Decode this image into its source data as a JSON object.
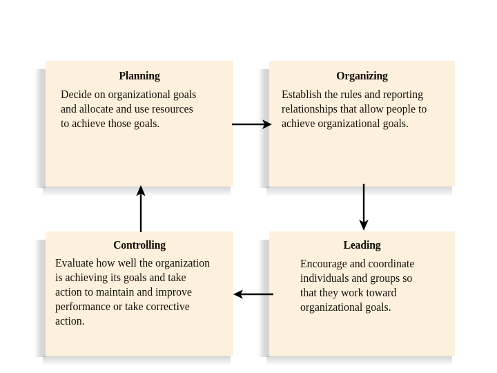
{
  "diagram": {
    "type": "cycle-flow-diagram",
    "background_color": "#ffffff",
    "box_fill_color": "#fdf0dc",
    "text_color": "#14100c",
    "arrow_color": "#000000",
    "boxes": [
      {
        "id": "planning",
        "title": "Planning",
        "body": "Decide on organizational goals\nand allocate and use resources\nto achieve those goals.",
        "position": "top-left"
      },
      {
        "id": "organizing",
        "title": "Organizing",
        "body": "Establish the rules and reporting\nrelationships that allow people to\nachieve organizational goals.",
        "position": "top-right"
      },
      {
        "id": "controlling",
        "title": "Controlling",
        "body": "Evaluate how well the organization\nis achieving its goals and take\naction to maintain and improve\nperformance or take corrective\naction.",
        "position": "bottom-left"
      },
      {
        "id": "leading",
        "title": "Leading",
        "body": "Encourage and coordinate\nindividuals and groups so\nthat they work toward\norganizational goals.",
        "position": "bottom-right"
      }
    ],
    "arrows": [
      {
        "id": "planning-organizing",
        "from": "planning",
        "to": "organizing",
        "direction": "right"
      },
      {
        "id": "organizing-leading",
        "from": "organizing",
        "to": "leading",
        "direction": "down"
      },
      {
        "id": "leading-controlling",
        "from": "leading",
        "to": "controlling",
        "direction": "left"
      },
      {
        "id": "controlling-planning",
        "from": "controlling",
        "to": "planning",
        "direction": "up"
      }
    ]
  }
}
